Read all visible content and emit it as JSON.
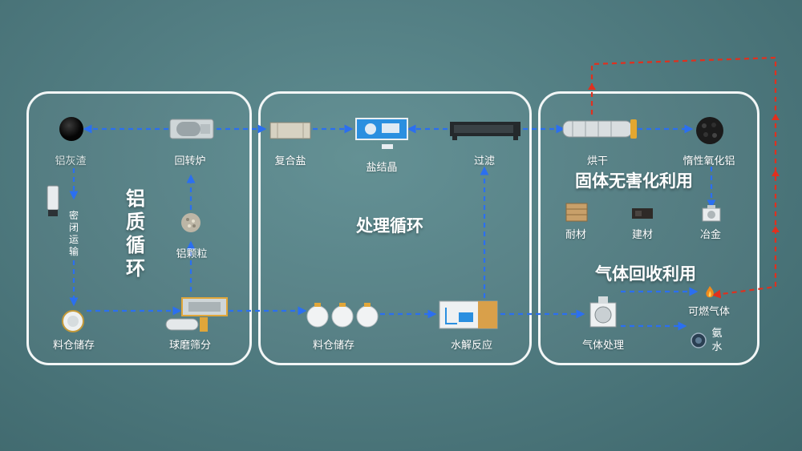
{
  "colors": {
    "flow": "#2b6ff0",
    "gas": "#e0301e",
    "border": "#f2f6f6"
  },
  "panels": {
    "left": {
      "title": "铝质循环"
    },
    "middle": {
      "title": "处理循环"
    },
    "right": {
      "solid_title": "固体无害化利用",
      "gas_title": "气体回收利用"
    }
  },
  "nodes": {
    "aluminum_ash": "铝灰渣",
    "sealed_transport": "密闭运输",
    "silo_storage_left": "料仓储存",
    "ball_mill": "球磨筛分",
    "aluminum_granules": "铝颗粒",
    "rotary_kiln": "回转炉",
    "compound_salt": "复合盐",
    "salt_crystallization": "盐结晶",
    "filtration": "过滤",
    "silo_storage_mid": "料仓储存",
    "hydrolysis": "水解反应",
    "drying": "烘干",
    "inert_alumina": "惰性氧化铝",
    "refractory": "耐材",
    "building_material": "建材",
    "metallurgy": "冶金",
    "gas_treatment": "气体处理",
    "combustible_gas": "可燃气体",
    "ammonia_water": "氨水"
  }
}
